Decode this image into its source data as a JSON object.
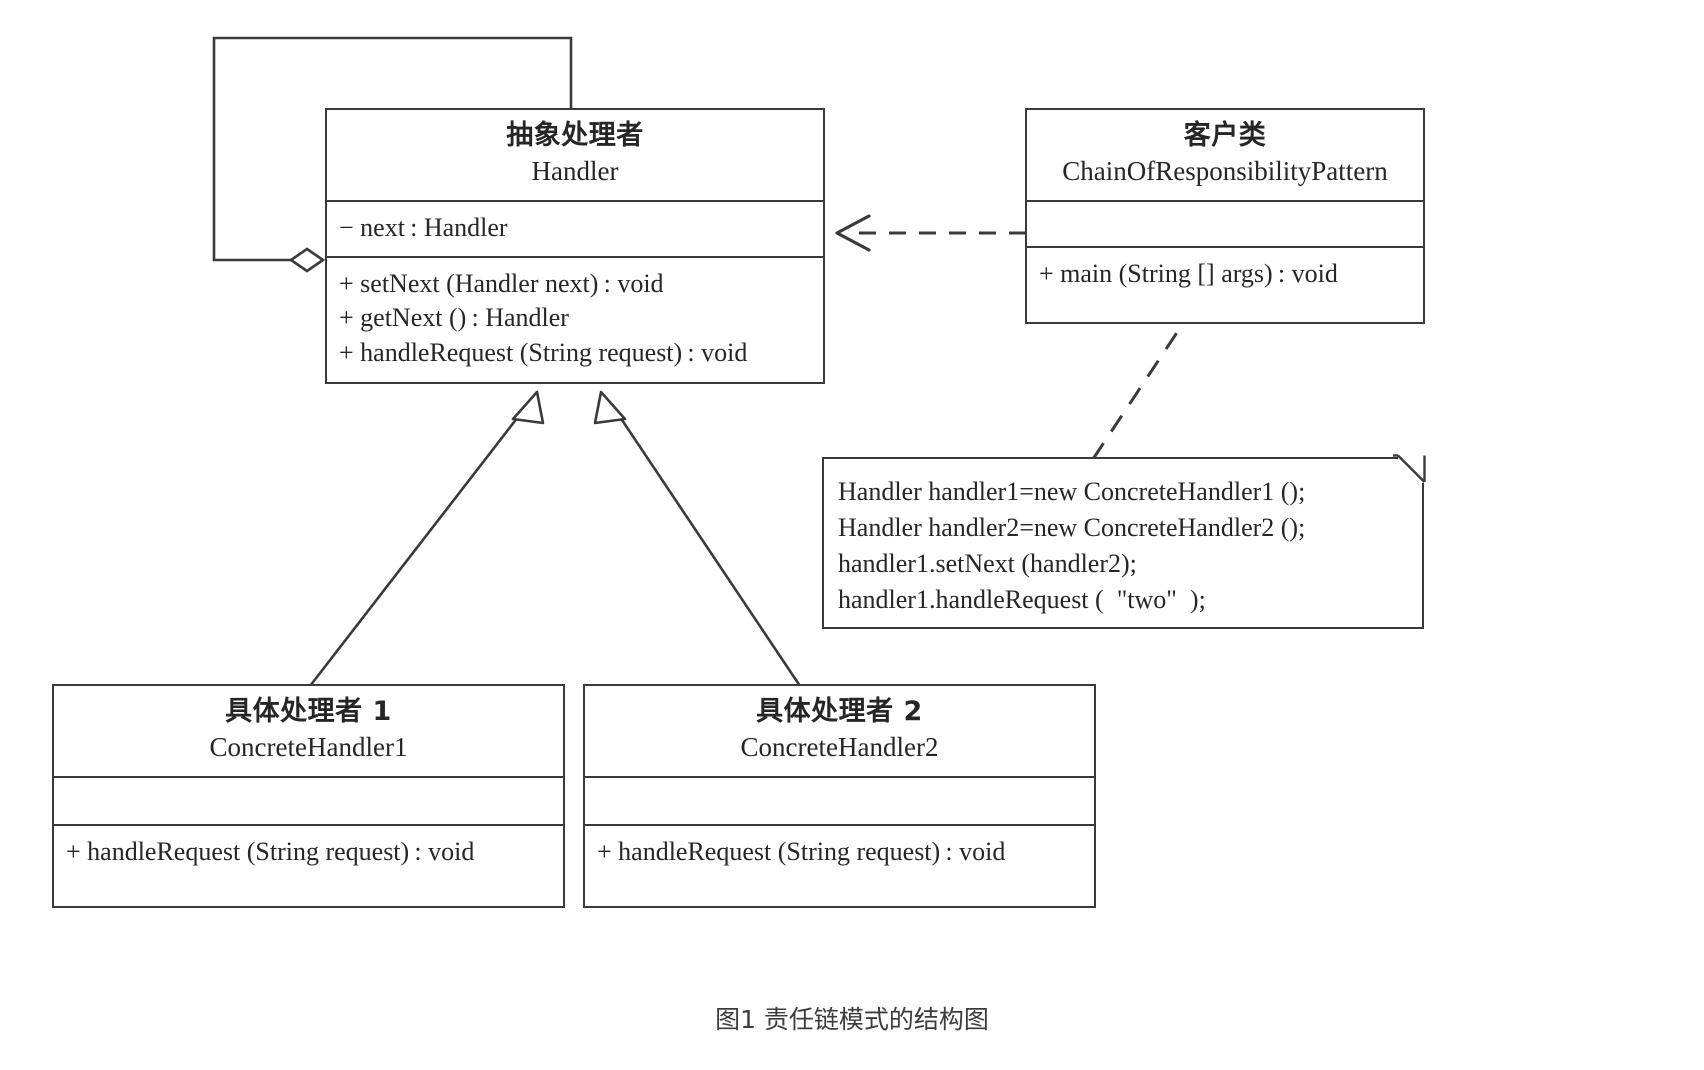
{
  "diagram": {
    "type": "uml-class-diagram",
    "caption": "图1 责任链模式的结构图",
    "stroke_color": "#3a3a3a",
    "text_color": "#262626",
    "background": "#ffffff"
  },
  "classes": {
    "handler": {
      "title_cn": "抽象处理者",
      "title_en": "Handler",
      "attributes": [
        "− next : Handler"
      ],
      "operations": [
        "+ setNext (Handler next) : void",
        "+ getNext () : Handler",
        "+ handleRequest (String request) : void"
      ]
    },
    "client": {
      "title_cn": "客户类",
      "title_en": "ChainOfResponsibilityPattern",
      "attributes": [],
      "operations": [
        "+ main (String [] args) : void"
      ]
    },
    "concrete1": {
      "title_cn": "具体处理者 1",
      "title_en": "ConcreteHandler1",
      "attributes": [],
      "operations": [
        "+ handleRequest (String request) : void"
      ]
    },
    "concrete2": {
      "title_cn": "具体处理者 2",
      "title_en": "ConcreteHandler2",
      "attributes": [],
      "operations": [
        "+ handleRequest (String request) : void"
      ]
    }
  },
  "note": {
    "lines": [
      "Handler handler1=new ConcreteHandler1 ();",
      "Handler handler2=new ConcreteHandler2 ();",
      "handler1.setNext (handler2);",
      "handler1.handleRequest (  \"two\"  );"
    ]
  },
  "relationships": [
    {
      "name": "self-aggregation",
      "from": "Handler",
      "to": "Handler",
      "kind": "aggregation",
      "marker": "hollow-diamond"
    },
    {
      "name": "client-dependency",
      "from": "ChainOfResponsibilityPattern",
      "to": "Handler",
      "kind": "dependency",
      "marker": "open-arrow",
      "line": "dashed"
    },
    {
      "name": "concrete1-generalization",
      "from": "ConcreteHandler1",
      "to": "Handler",
      "kind": "generalization",
      "marker": "hollow-triangle",
      "line": "solid"
    },
    {
      "name": "concrete2-generalization",
      "from": "ConcreteHandler2",
      "to": "Handler",
      "kind": "generalization",
      "marker": "hollow-triangle",
      "line": "solid"
    },
    {
      "name": "note-anchor",
      "from": "note",
      "to": "ChainOfResponsibilityPattern",
      "kind": "note-link",
      "line": "dashed"
    }
  ]
}
